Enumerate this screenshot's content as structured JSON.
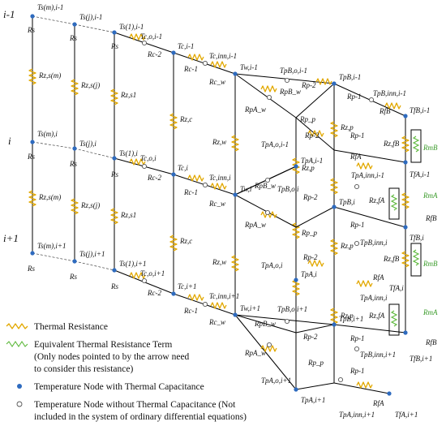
{
  "row_labels": [
    "i-1",
    "i",
    "i+1"
  ],
  "legend": {
    "thermal_resistance": "Thermal Resistance",
    "equivalent_line1": "Equivalent Thermal Resistance Term",
    "equivalent_line2": "(Only nodes pointed to by the arrow need",
    "equivalent_line3": "to consider this resistance)",
    "node_cap": "Temperature Node with Thermal Capacitance",
    "node_nocap_line1": "Temperature Node without Thermal Capacitance (Not",
    "node_nocap_line2": "included in the system of ordinary differential equations)"
  },
  "labels": {
    "Ts_m_im1": "Ts(m),i-1",
    "Ts_j_im1": "Ts(j),i-1",
    "Ts_1_im1": "Ts(1),i-1",
    "Tc_o_im1": "Tc,o,i-1",
    "Tc_im1": "Tc,i-1",
    "Tc_inn_im1": "Tc,inn,i-1",
    "Tw_im1": "Tw,i-1",
    "TpB_o_im1": "TpB,o,i-1",
    "TpB_im1": "TpB,i-1",
    "TpB_inn_im1": "TpB,inn,i-1",
    "TfB_im1": "TfB,i-1",
    "Ts_m_i": "Ts(m),i",
    "Ts_j_i": "Ts(j),i",
    "Ts_1_i": "Ts(1),i",
    "Tc_o_i": "Tc,o,i",
    "Tc_i": "Tc,i",
    "Tc_inn_i": "Tc,inn,i",
    "Tw_i": "Tw,i",
    "TpA_o_im1": "TpA,o,i-1",
    "TpA_im1": "TpA,i-1",
    "TpA_inn_im1": "TpA,inn,i-1",
    "TfA_im1": "TfA,i-1",
    "TpB_o_i": "TpB,o,i",
    "TpB_i": "TpB,i",
    "TpB_inn_i": "TpB,inn,i",
    "TfB_i": "TfB,i",
    "Ts_m_ip1": "Ts(m),i+1",
    "Ts_j_ip1": "Ts(j),i+1",
    "Ts_1_ip1": "Ts(1),i+1",
    "Tc_o_ip1": "Tc,o,i+1",
    "Tc_ip1": "Tc,i+1",
    "Tc_inn_ip1": "Tc,inn,i+1",
    "Tw_ip1": "Tw,i+1",
    "TpA_o_i": "TpA,o,i",
    "TpA_i": "TpA,i",
    "TpA_inn_i": "TpA,inn,i",
    "TfA_i": "TfA,i",
    "TpB_o_ip1": "TpB,o,i+1",
    "TpB_ip1": "TpB,i+1",
    "TpB_inn_ip1": "TpB,inn,i+1",
    "TfB_ip1": "TfB,i+1",
    "TpA_o_ip1": "TpA,o,i+1",
    "TpA_ip1": "TpA,i+1",
    "TpA_inn_ip1": "TpA,inn,i+1",
    "TfA_ip1": "TfA,i+1",
    "Rs": "Rs",
    "Rc2": "Rc-2",
    "Rc1": "Rc-1",
    "Rcw": "Rc_w",
    "RpBw": "RpB_w",
    "RpAw": "RpA_w",
    "Rp2": "Rp-2",
    "Rp1": "Rp-1",
    "Rpp": "Rp_p",
    "RfB": "RfB",
    "RfA": "RfA",
    "Rzsm": "Rz,s(m)",
    "Rzsj": "Rz,s(j)",
    "Rzs1": "Rz,s1",
    "Rzc": "Rz,c",
    "Rzw": "Rz,w",
    "Rzp": "Rz,p",
    "RzfB": "Rz,fB",
    "RzfA": "Rz,fA",
    "RmB": "RmB",
    "RmA": "RmA"
  }
}
